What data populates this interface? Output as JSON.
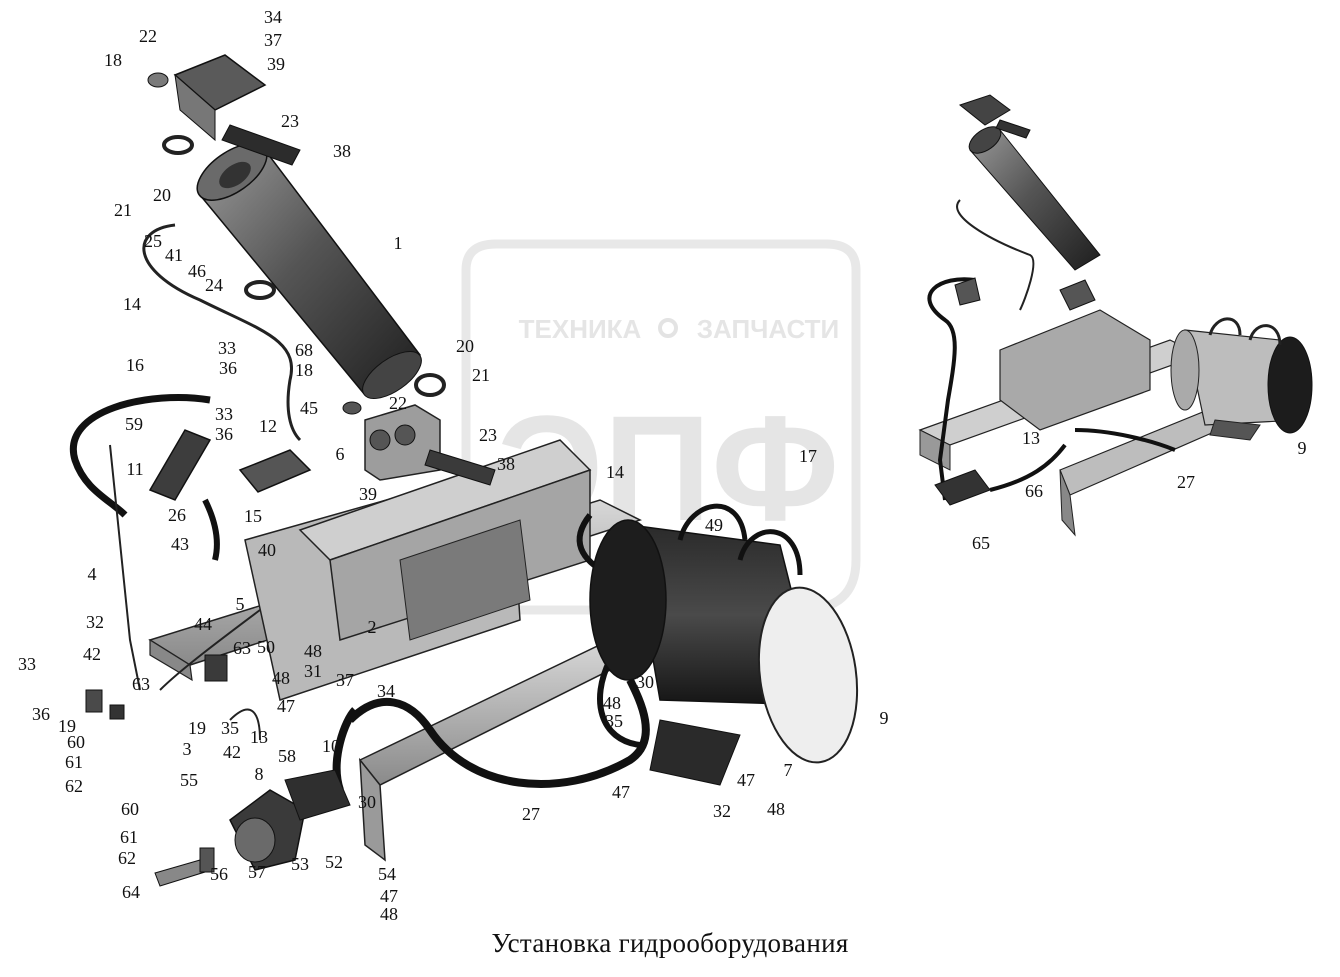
{
  "caption": "Установка гидрооборудования",
  "watermark": {
    "top_left": "ТЕХНИКА",
    "top_right": "ЗАПЧАСТИ",
    "big": "ЭПФ"
  },
  "callouts": [
    "34",
    "37",
    "22",
    "18",
    "39",
    "23",
    "38",
    "20",
    "21",
    "1",
    "25",
    "41",
    "46",
    "24",
    "14",
    "33",
    "36",
    "68",
    "18",
    "20",
    "21",
    "16",
    "33",
    "36",
    "12",
    "45",
    "59",
    "22",
    "23",
    "6",
    "11",
    "26",
    "15",
    "43",
    "38",
    "39",
    "17",
    "14",
    "49",
    "40",
    "4",
    "5",
    "32",
    "44",
    "63",
    "50",
    "2",
    "48",
    "31",
    "37",
    "34",
    "33",
    "42",
    "63",
    "36",
    "19",
    "60",
    "61",
    "62",
    "19",
    "3",
    "55",
    "35",
    "42",
    "13",
    "58",
    "47",
    "48",
    "10",
    "8",
    "30",
    "48",
    "35",
    "9",
    "7",
    "47",
    "47",
    "32",
    "48",
    "27",
    "30",
    "60",
    "61",
    "62",
    "57",
    "53",
    "52",
    "54",
    "47",
    "48",
    "56",
    "64",
    "13",
    "9",
    "27",
    "66",
    "65"
  ]
}
